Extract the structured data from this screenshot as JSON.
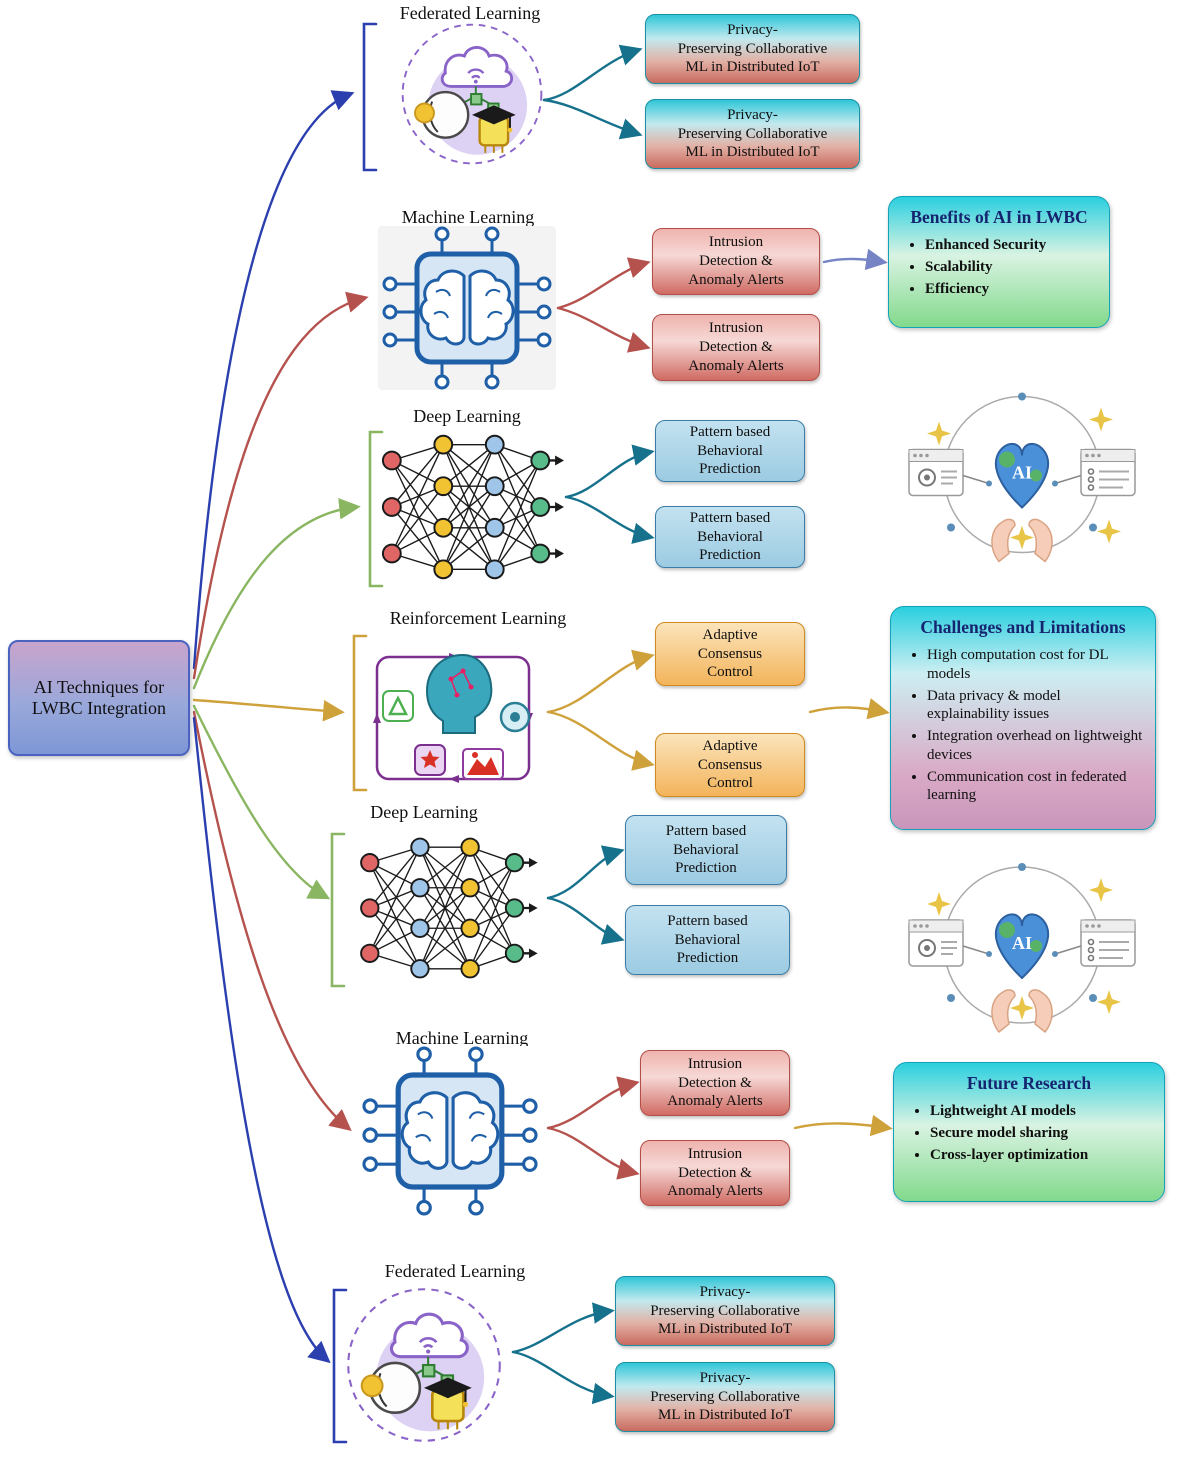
{
  "root": {
    "label": "AI Techniques for\nLWBC Integration"
  },
  "branches": {
    "fl_top": {
      "title": "Federated Learning",
      "leaf1": "Privacy-\nPreserving Collaborative\nML  in Distributed IoT",
      "leaf2": "Privacy-\nPreserving Collaborative\nML  in Distributed IoT"
    },
    "ml_top": {
      "title": "Machine Learning",
      "leaf1": "Intrusion\nDetection &\nAnomaly Alerts",
      "leaf2": "Intrusion\nDetection &\nAnomaly Alerts"
    },
    "dl_top": {
      "title": "Deep Learning",
      "leaf1": "Pattern based\nBehavioral\nPrediction",
      "leaf2": "Pattern based\nBehavioral\nPrediction"
    },
    "rl": {
      "title": "Reinforcement Learning",
      "leaf1": "Adaptive\nConsensus\nControl",
      "leaf2": "Adaptive\nConsensus\nControl"
    },
    "dl_bottom": {
      "title": "Deep Learning",
      "leaf1": "Pattern based\nBehavioral\nPrediction",
      "leaf2": "Pattern based\nBehavioral\nPrediction"
    },
    "ml_bottom": {
      "title": "Machine Learning",
      "leaf1": "Intrusion\nDetection &\nAnomaly Alerts",
      "leaf2": "Intrusion\nDetection &\nAnomaly Alerts"
    },
    "fl_bottom": {
      "title": "Federated Learning",
      "leaf1": "Privacy-\nPreserving Collaborative\nML  in Distributed IoT",
      "leaf2": "Privacy-\nPreserving Collaborative\nML  in Distributed IoT"
    }
  },
  "summaries": {
    "benefits": {
      "title": "Benefits of AI in LWBC",
      "bullets": [
        "Enhanced Security",
        "Scalability",
        "Efficiency"
      ]
    },
    "challenges": {
      "title": "Challenges and Limitations",
      "bullets": [
        "High computation cost for DL models",
        "Data privacy & model explainability issues",
        "Integration overhead on lightweight devices",
        "Communication cost in federated learning"
      ]
    },
    "future": {
      "title": "Future Research",
      "bullets": [
        "Lightweight AI models",
        "Secure model sharing",
        "Cross-layer optimization"
      ]
    }
  },
  "illustration": {
    "ai_label": "AI"
  },
  "colors": {
    "root_border": "#4a63c0",
    "federated_accent": "#2b3faf",
    "ml_accent": "#b5524e",
    "dl_accent": "#8ab661",
    "rl_accent": "#cfa13a",
    "fork_teal": "#16718c",
    "summary_border": "#12a3b8"
  }
}
